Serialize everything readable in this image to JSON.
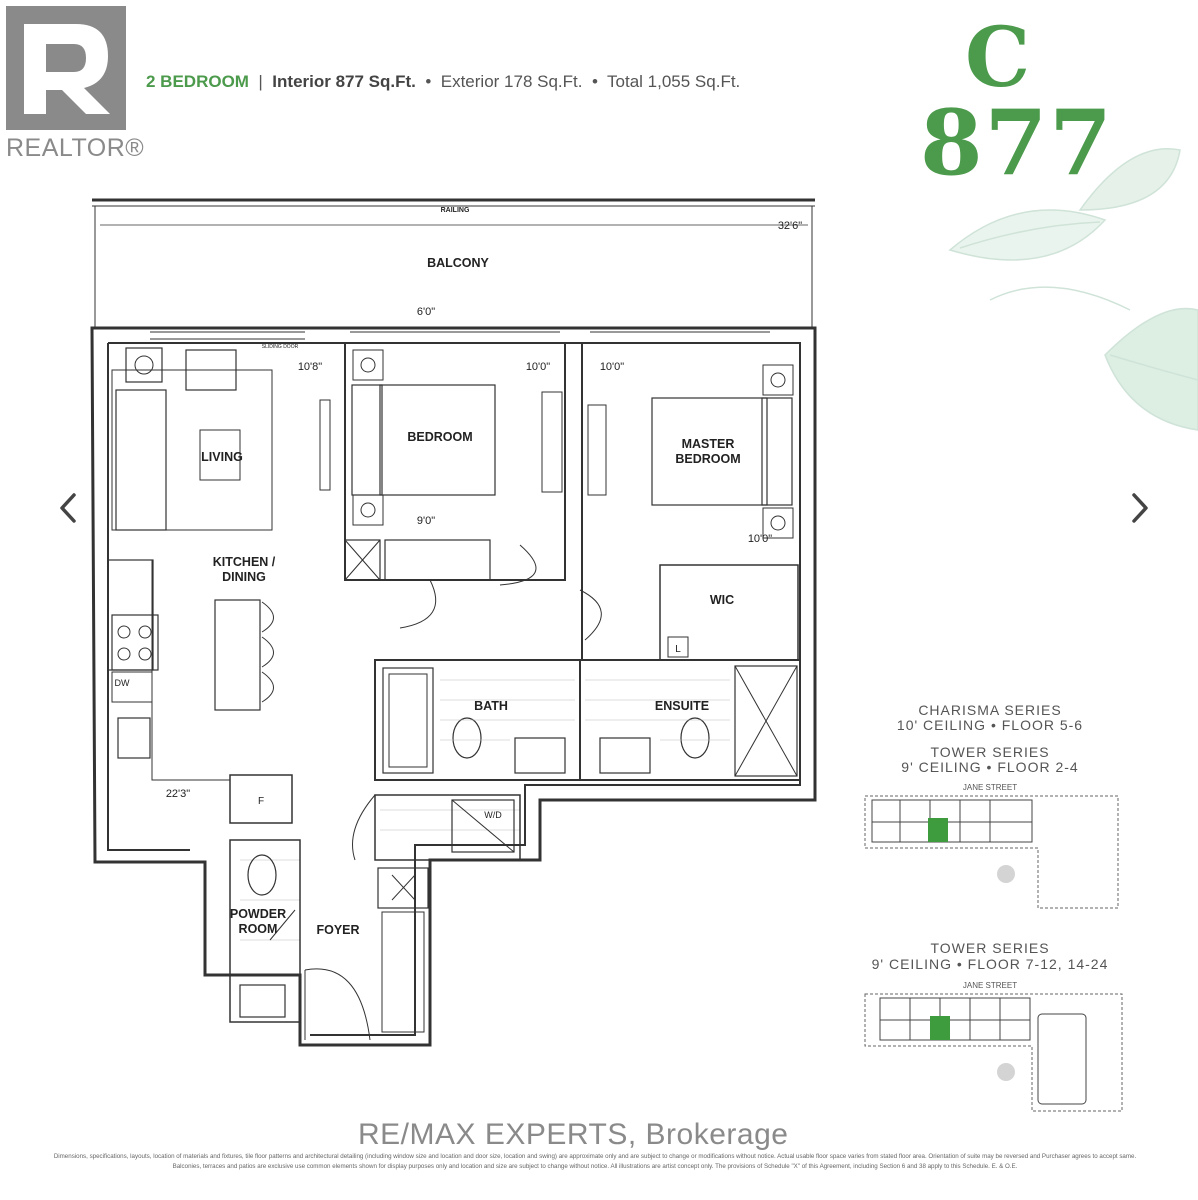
{
  "logo": {
    "text": "REALTOR®",
    "box_color": "#8a8a8a"
  },
  "header": {
    "bedrooms": "2 BEDROOM",
    "separator": "|",
    "interior": "Interior 877 Sq.Ft.",
    "exterior": "Exterior 178 Sq.Ft.",
    "total": "Total 1,055 Sq.Ft.",
    "bullet": "•",
    "accent_color": "#4c9a4c"
  },
  "unit": {
    "letter": "C",
    "number": "877"
  },
  "floorplan": {
    "railing": "RAILING",
    "balcony": "BALCONY",
    "balcony_dim": "32'6\"",
    "dim_6_0": "6'0\"",
    "sliding_door": "SLIDING DOOR",
    "living": "LIVING",
    "living_dim": "10'8\"",
    "bedroom": "BEDROOM",
    "bedroom_dim_w": "10'0\"",
    "bedroom_dim_d": "9'0\"",
    "master_line1": "MASTER",
    "master_line2": "BEDROOM",
    "master_dim_w": "10'0\"",
    "master_dim_d": "10'0\"",
    "kitchen_line1": "KITCHEN /",
    "kitchen_line2": "DINING",
    "kitchen_dim": "22'3\"",
    "wic": "WIC",
    "l": "L",
    "dw": "DW",
    "f": "F",
    "bath": "BATH",
    "ensuite": "ENSUITE",
    "wd": "W/D",
    "powder_line1": "POWDER",
    "powder_line2": "ROOM",
    "foyer": "FOYER"
  },
  "nav": {
    "prev_icon": "chevron-left-icon",
    "next_icon": "chevron-right-icon"
  },
  "series": {
    "charisma_title": "CHARISMA SERIES",
    "charisma_sub": "10' CEILING • FLOOR 5-6",
    "tower1_title": "TOWER SERIES",
    "tower1_sub": "9' CEILING • FLOOR 2-4",
    "tower2_title": "TOWER SERIES",
    "tower2_sub": "9' CEILING • FLOOR 7-12, 14-24",
    "street": "JANE STREET"
  },
  "watermark": "RE/MAX EXPERTS, Brokerage",
  "disclaimer": "Dimensions, specifications, layouts, location of materials and fixtures, tile floor patterns and architectural detailing (including window size and location and door size, location and swing) are approximate only and are subject to change or modifications without notice. Actual usable floor space varies from stated floor area. Orientation of suite may be reversed and Purchaser agrees to accept same. Balconies, terraces and patios are exclusive use common elements shown for display purposes only and location and size are subject to change without notice. All illustrations are artist concept only. The provisions of Schedule \"X\" of this Agreement, including Section 6 and 38 apply to this Schedule. E. & O.E."
}
